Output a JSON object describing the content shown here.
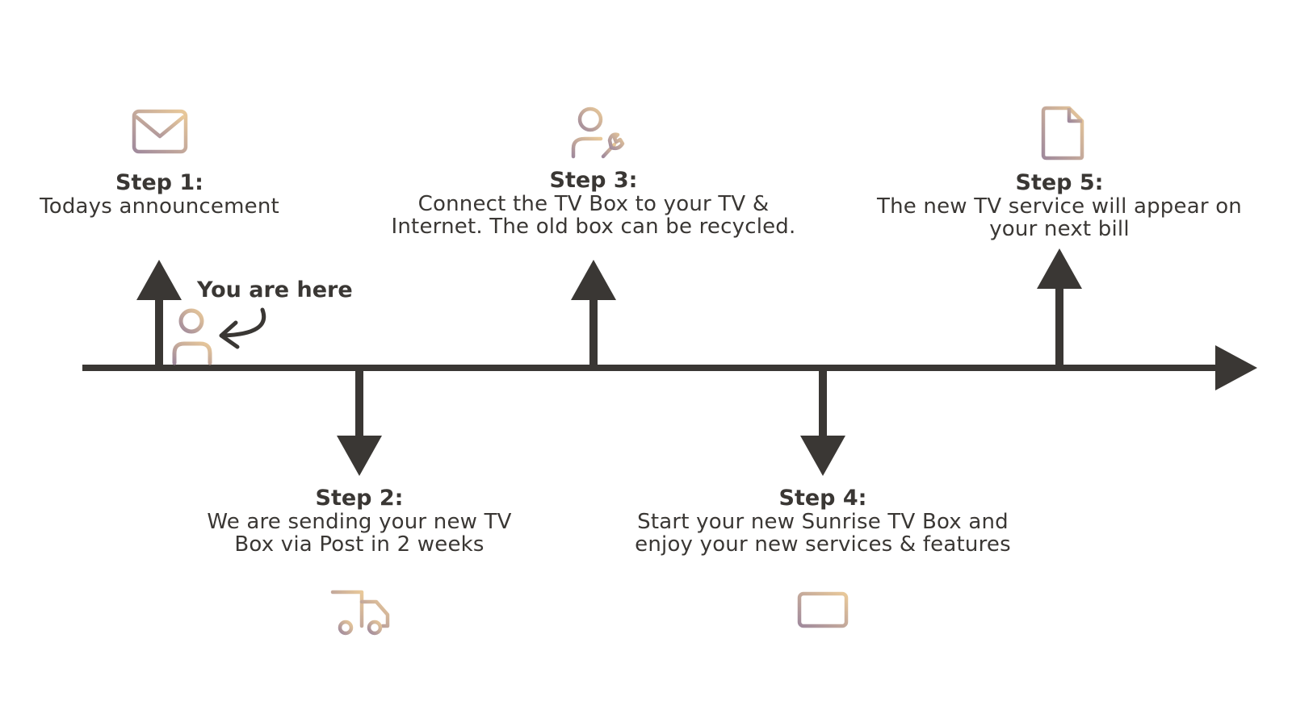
{
  "you_are_here": "You are here",
  "steps": [
    {
      "title": "Step 1:",
      "desc": "Todays announcement",
      "icon": "envelope-icon",
      "direction": "up"
    },
    {
      "title": "Step 2:",
      "desc": "We are sending your new TV\nBox via Post in 2 weeks",
      "icon": "delivery-truck-icon",
      "direction": "down"
    },
    {
      "title": "Step 3:",
      "desc": "Connect the TV Box to your TV &\nInternet. The old box can be recycled.",
      "icon": "technician-icon",
      "direction": "up"
    },
    {
      "title": "Step 4:",
      "desc": "Start your new Sunrise TV Box and\nenjoy your new services & features",
      "icon": "tv-monitor-icon",
      "direction": "down"
    },
    {
      "title": "Step 5:",
      "desc": "The new TV service will appear on\nyour next bill",
      "icon": "document-icon",
      "direction": "up"
    }
  ],
  "colors": {
    "line": "#3a3734",
    "icon_gradient_start": "#a08a9c",
    "icon_gradient_end": "#e9c99a"
  }
}
